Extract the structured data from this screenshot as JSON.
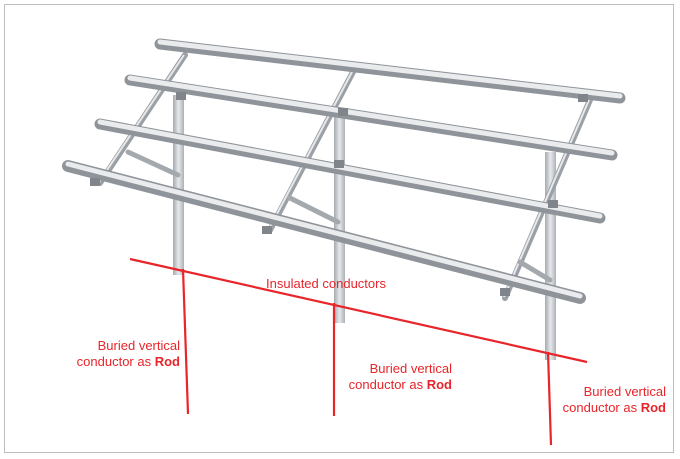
{
  "diagram": {
    "line_color": "#e8252a",
    "structure_color": "#b9bdc2",
    "insulated_label": "Insulated conductors",
    "rod_labels": [
      {
        "line1": "Buried vertical",
        "line2_prefix": "conductor as ",
        "line2_bold": "Rod"
      },
      {
        "line1": "Buried vertical",
        "line2_prefix": "conductor as ",
        "line2_bold": "Rod"
      },
      {
        "line1": "Buried vertical",
        "line2_prefix": "conductor as ",
        "line2_bold": "Rod"
      }
    ]
  }
}
